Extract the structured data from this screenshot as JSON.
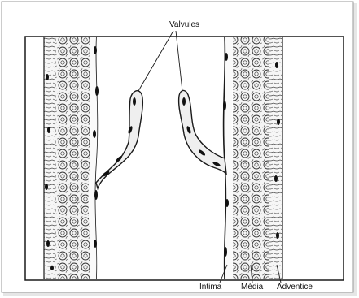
{
  "labels": {
    "valvules": "Valvules",
    "intima": "Intima",
    "media": "Média",
    "adventice": "Adventice"
  },
  "colors": {
    "ink": "#1a1a1a",
    "tissue_fill": "#f2f2f2",
    "lumen": "#ffffff",
    "frame_shadow": "#cfcfcf"
  }
}
